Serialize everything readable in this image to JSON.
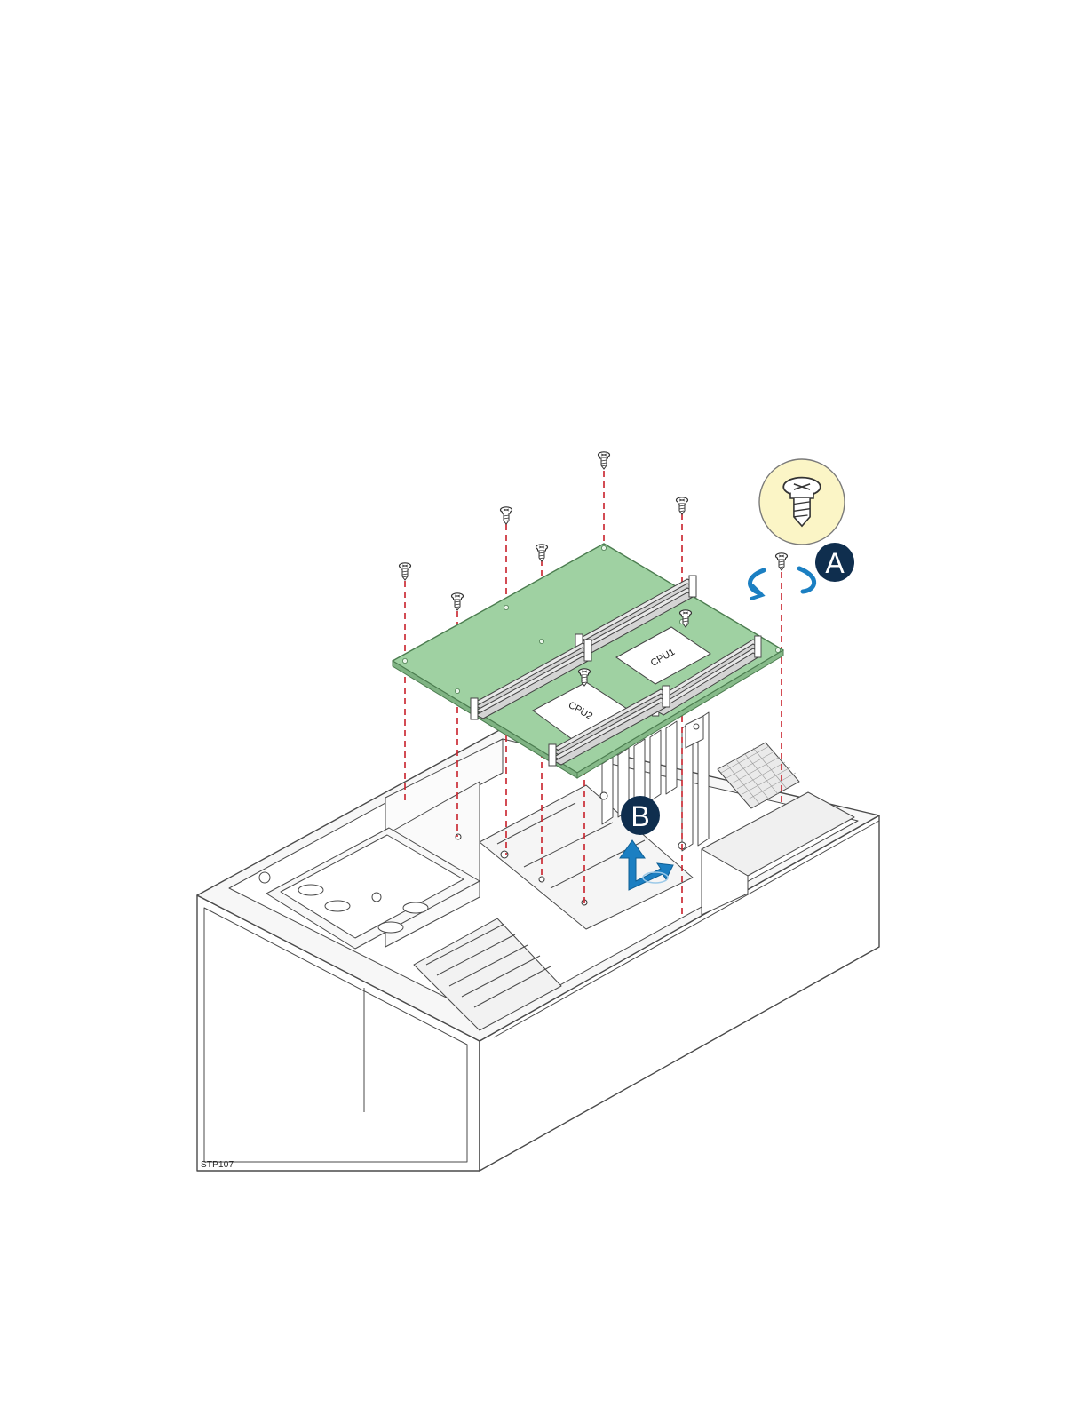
{
  "figure": {
    "code": "STP107",
    "callouts": {
      "a": "A",
      "b": "B"
    },
    "cpu_labels": {
      "cpu1": "CPU1",
      "cpu2": "CPU2"
    },
    "colors": {
      "board": "#9fd1a2",
      "callout": "#0f2e4e",
      "arrow": "#1b7fc2",
      "guide": "#c8202a",
      "screw_bubble": "#fbf5c6",
      "line": "#4a4a4a"
    },
    "icons": [
      "screw-icon",
      "rotate-arrow-icon",
      "lift-arrow-icon"
    ]
  }
}
